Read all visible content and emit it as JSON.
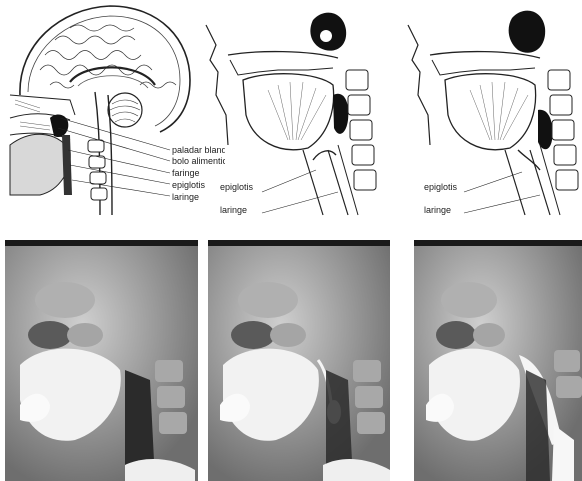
{
  "figure": {
    "diagram_1": {
      "labels": [
        "paladar blando",
        "bolo alimenticio",
        "faringe",
        "epiglotis",
        "laringe"
      ]
    },
    "diagram_2": {
      "labels": [
        "epiglotis",
        "laringe"
      ]
    },
    "diagram_3": {
      "labels": [
        "epiglotis",
        "laringe"
      ]
    }
  },
  "colors": {
    "ink": "#222222",
    "xray_dark": "#1a1a1a",
    "xray_mid": "#7a7a7a",
    "xray_bright": "#f2f2f2"
  }
}
